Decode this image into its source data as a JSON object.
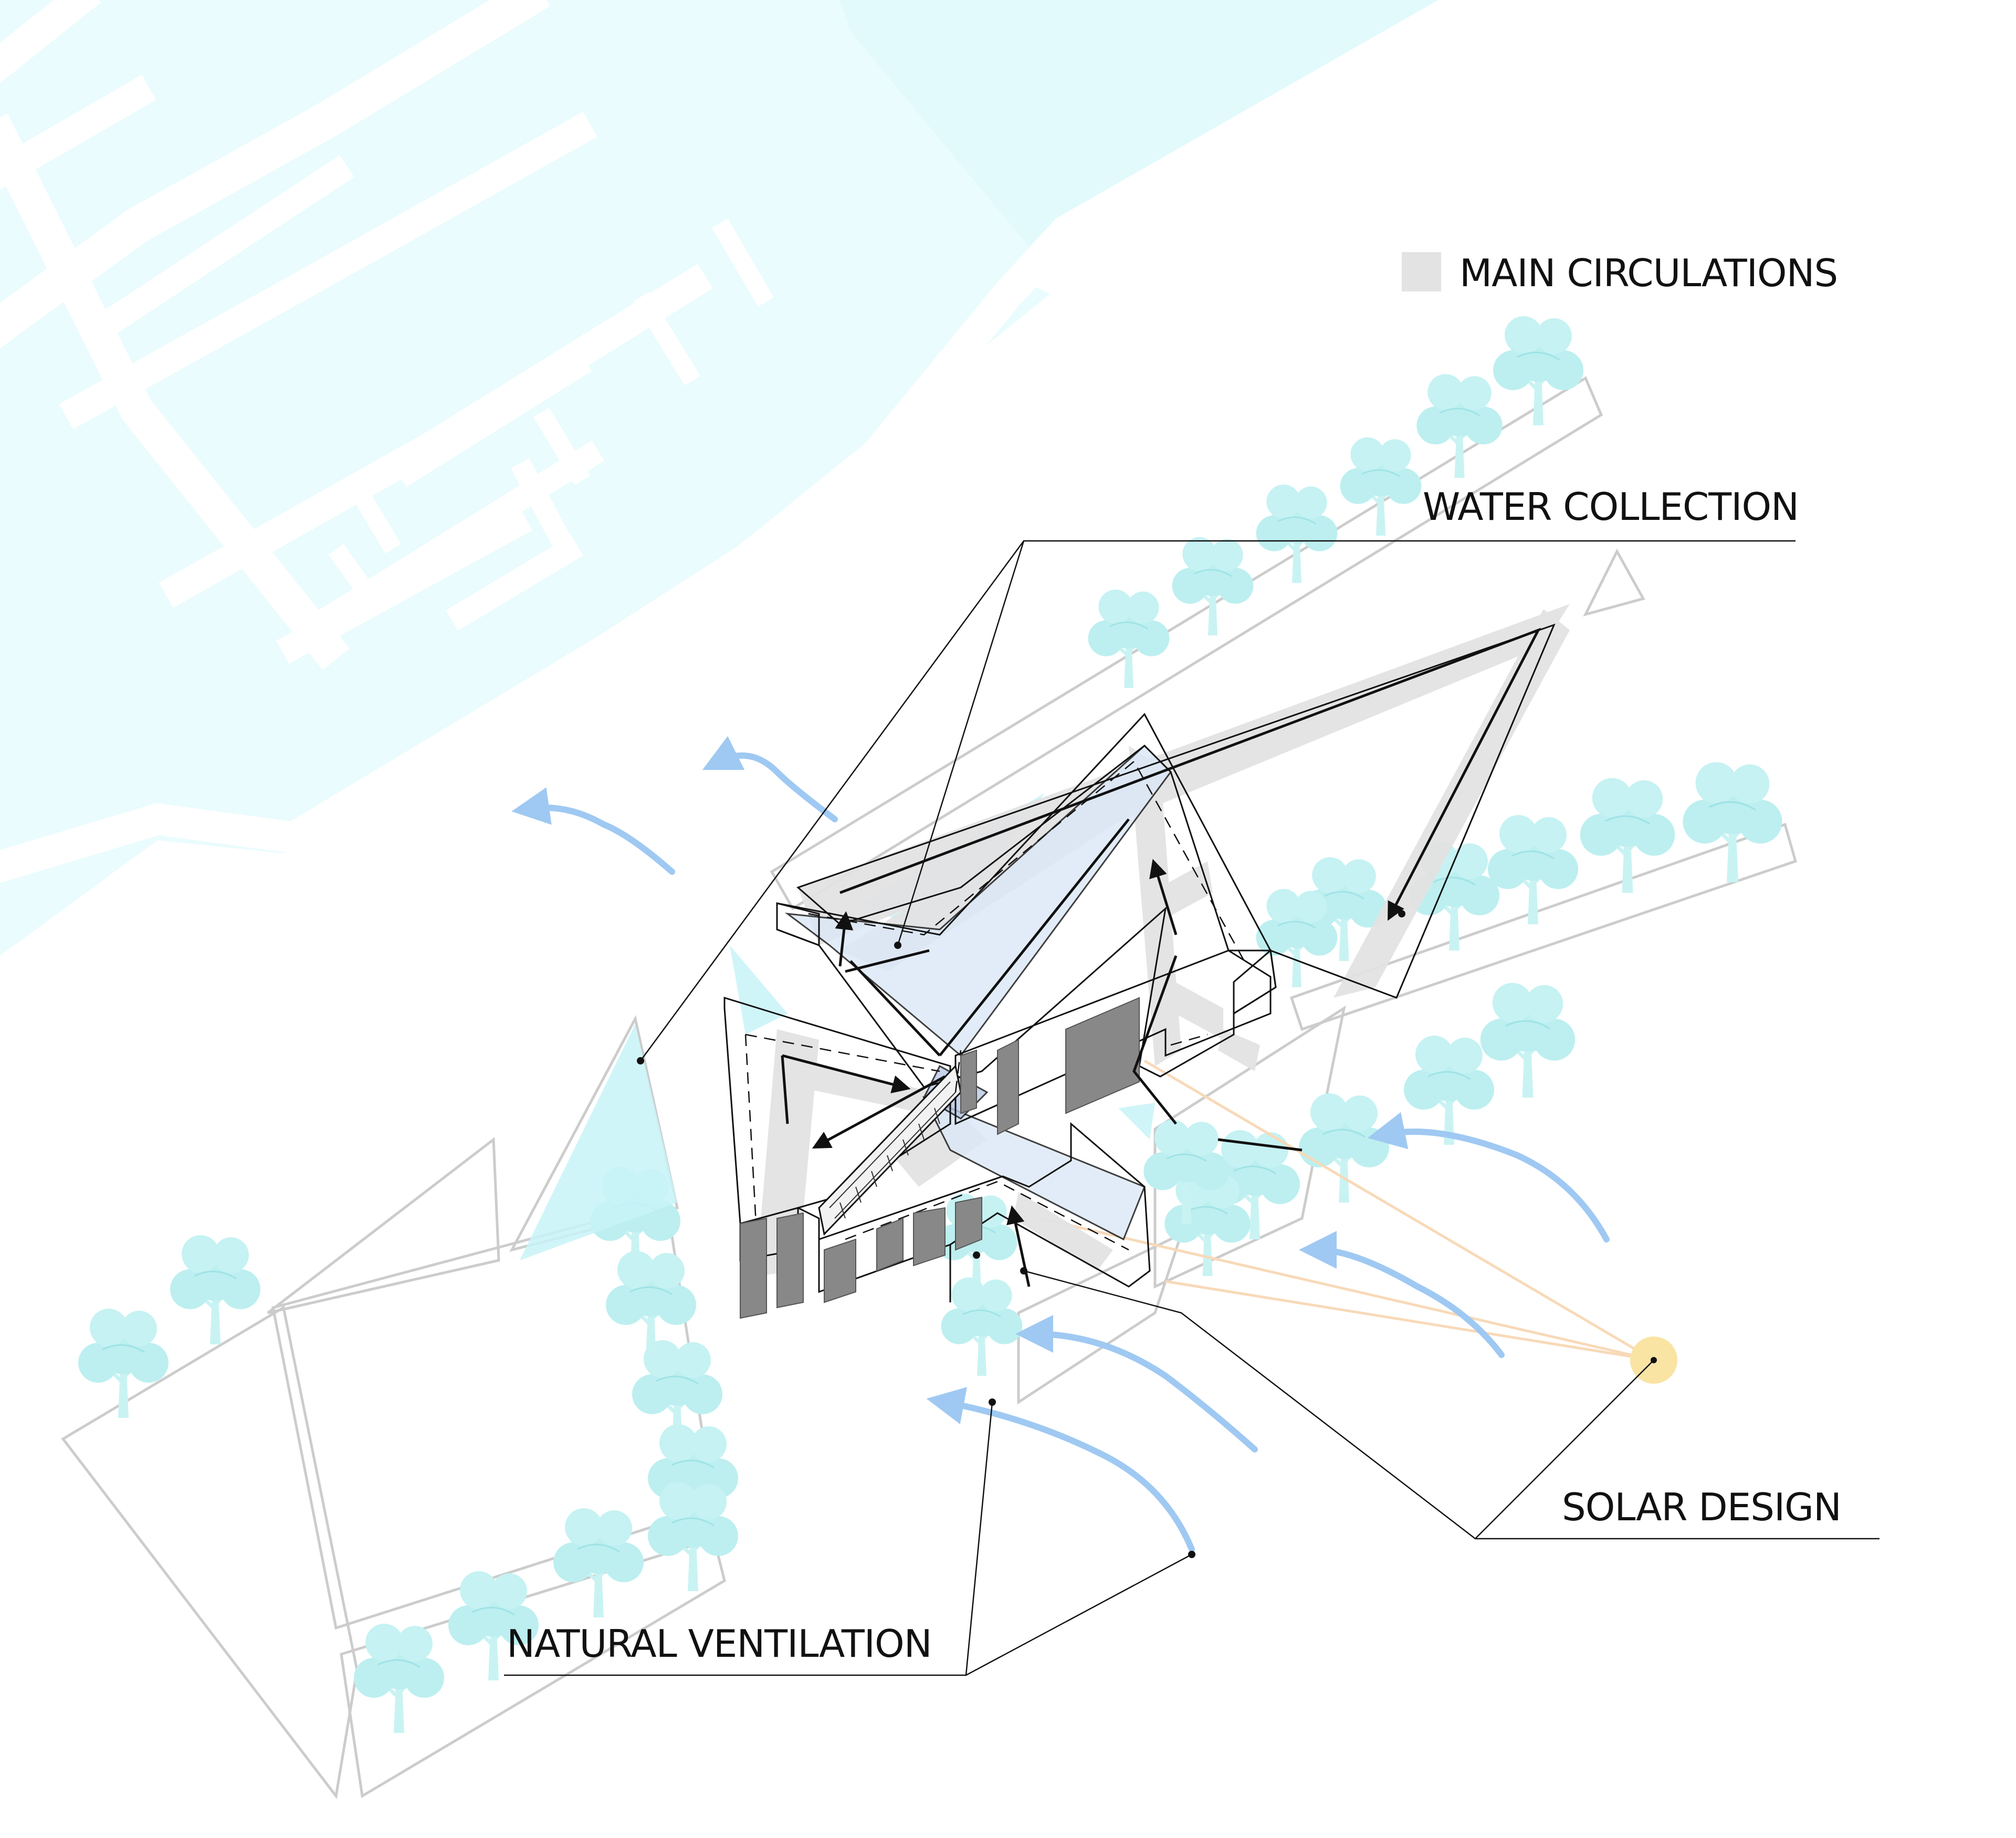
{
  "legend": {
    "main_circulations": "MAIN CIRCULATIONS",
    "swatch_color": "#e3e3e3"
  },
  "labels": {
    "water_collection": "WATER COLLECTION",
    "solar_design": "SOLAR DESIGN",
    "natural_ventilation": "NATURAL VENTILATION"
  },
  "colors": {
    "water_tint": "#eafcfd",
    "river_cyan": "#c8f3f7",
    "roof_blue": "#dbe8f7",
    "wind_arrow": "#9fc9f2",
    "tree": "#bdeff0",
    "circulation": "#e3e3e3",
    "sun": "#f9e4a4",
    "sun_ray": "#f8d9b8",
    "line": "#111111",
    "site_line": "#cccccc"
  },
  "icons": {
    "tree": "tree-icon",
    "sun": "sun-icon",
    "wind": "wind-arrow-icon"
  }
}
